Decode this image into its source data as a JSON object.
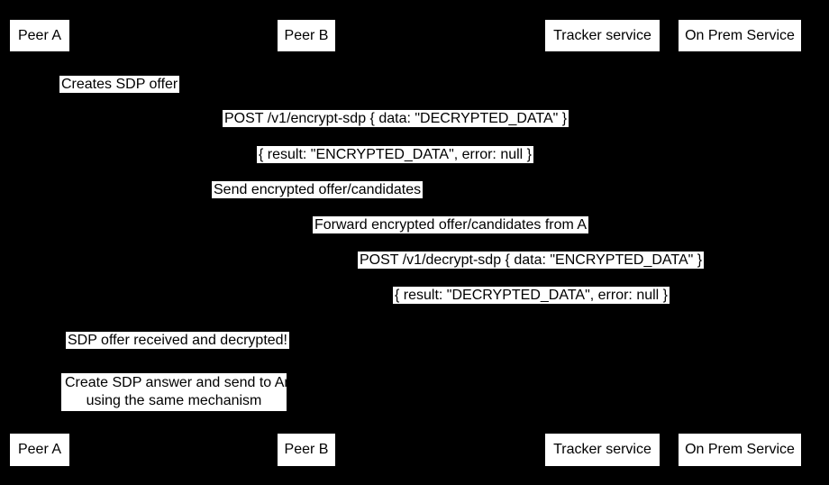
{
  "diagram": {
    "type": "sequence-diagram",
    "colors": {
      "background": "#000000",
      "box_fill": "#ffffff",
      "box_text": "#000000"
    },
    "actors": [
      {
        "label": "Peer A"
      },
      {
        "label": "Peer B"
      },
      {
        "label": "Tracker service"
      },
      {
        "label": "On Prem Service"
      }
    ],
    "messages": [
      {
        "text": "Creates SDP offer"
      },
      {
        "text": "POST /v1/encrypt-sdp { data: \"DECRYPTED_DATA\" }"
      },
      {
        "text": "{ result: \"ENCRYPTED_DATA\", error: null }"
      },
      {
        "text": "Send encrypted offer/candidates"
      },
      {
        "text": "Forward encrypted offer/candidates from A"
      },
      {
        "text": "POST /v1/decrypt-sdp { data: \"ENCRYPTED_DATA\" }"
      },
      {
        "text": "{ result: \"DECRYPTED_DATA\", error: null }"
      },
      {
        "text": "SDP offer received and decrypted!"
      }
    ],
    "multiline_message": {
      "line1": "Create SDP answer and send to An",
      "line2": "using the same mechanism"
    }
  }
}
